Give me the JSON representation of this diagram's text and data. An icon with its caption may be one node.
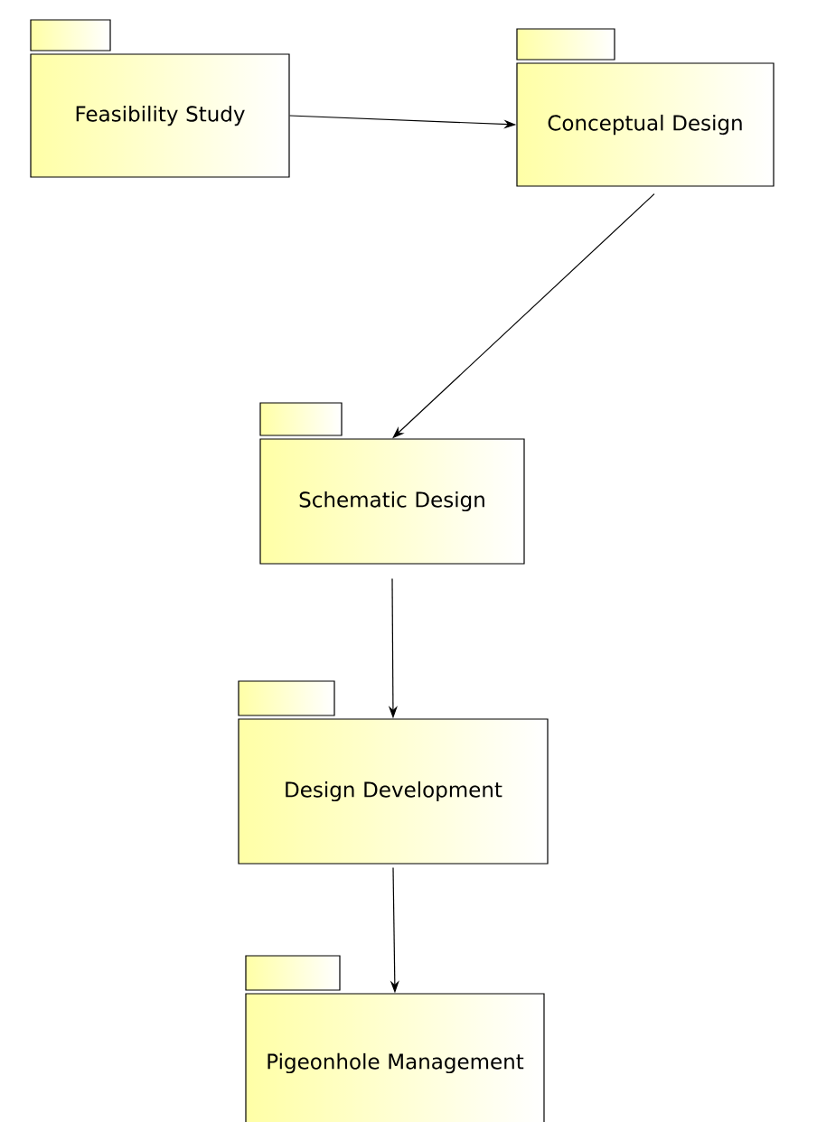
{
  "diagram": {
    "nodes": [
      {
        "text": [
          "Feasibility Study"
        ]
      },
      {
        "text": [
          "Conceptual Design"
        ]
      },
      {
        "text": [
          "Schematic Design"
        ]
      },
      {
        "text": [
          "Design Development"
        ]
      },
      {
        "text": [
          "Pigeonhole Management"
        ]
      }
    ],
    "edges": [
      {
        "from": 0,
        "to": 1,
        "arrow": "to"
      },
      {
        "from": 1,
        "to": 2,
        "arrow": "to"
      },
      {
        "from": 2,
        "to": 3,
        "arrow": "to"
      },
      {
        "from": 3,
        "to": 4,
        "arrow": "to"
      }
    ]
  }
}
